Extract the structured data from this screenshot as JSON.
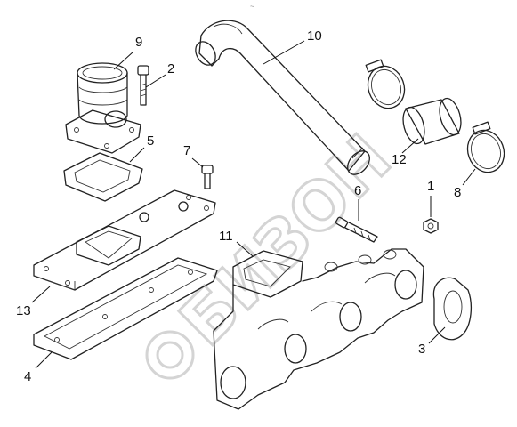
{
  "watermark": "БИЗОН",
  "top_mark": "~",
  "callouts": [
    {
      "id": "9",
      "label": "9"
    },
    {
      "id": "2",
      "label": "2"
    },
    {
      "id": "10",
      "label": "10"
    },
    {
      "id": "5",
      "label": "5"
    },
    {
      "id": "7",
      "label": "7"
    },
    {
      "id": "6",
      "label": "6"
    },
    {
      "id": "1",
      "label": "1"
    },
    {
      "id": "12",
      "label": "12"
    },
    {
      "id": "8",
      "label": "8"
    },
    {
      "id": "11",
      "label": "11"
    },
    {
      "id": "13",
      "label": "13"
    },
    {
      "id": "4",
      "label": "4"
    },
    {
      "id": "3",
      "label": "3"
    }
  ]
}
